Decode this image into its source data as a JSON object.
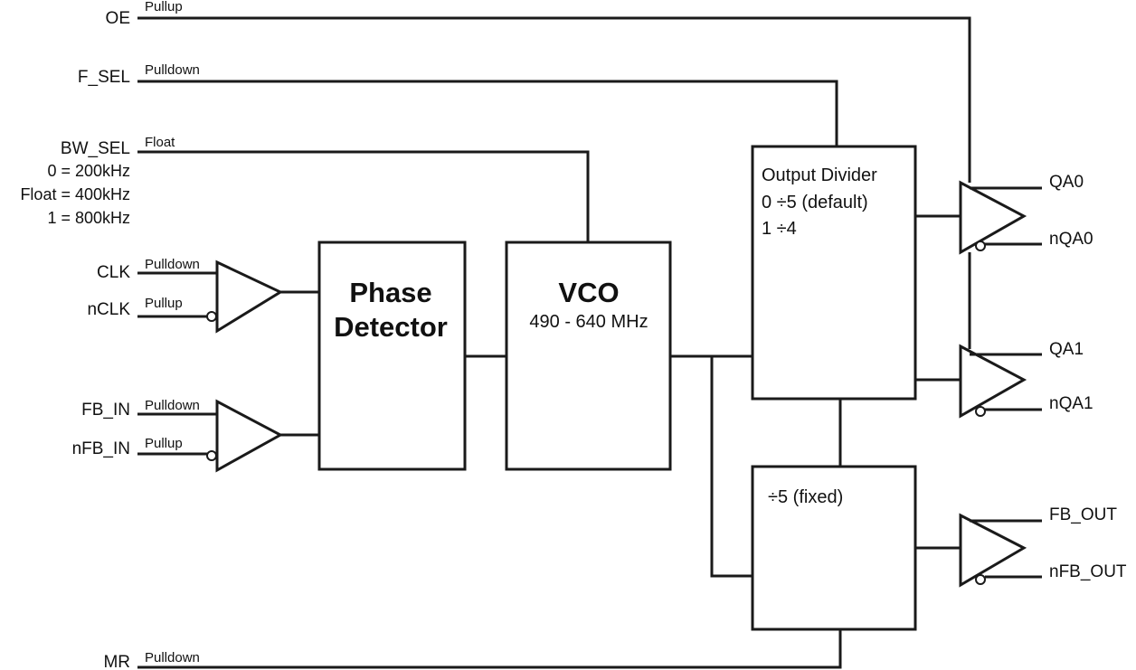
{
  "inputs": {
    "oe": {
      "name": "OE",
      "bias": "Pullup"
    },
    "f_sel": {
      "name": "F_SEL",
      "bias": "Pulldown"
    },
    "bw_sel": {
      "name": "BW_SEL",
      "bias": "Float",
      "options": [
        "0 = 200kHz",
        "Float = 400kHz",
        "1 = 800kHz"
      ]
    },
    "clk": {
      "name": "CLK",
      "bias": "Pulldown"
    },
    "nclk": {
      "name": "nCLK",
      "bias": "Pullup"
    },
    "fb_in": {
      "name": "FB_IN",
      "bias": "Pulldown"
    },
    "nfb_in": {
      "name": "nFB_IN",
      "bias": "Pullup"
    },
    "mr": {
      "name": "MR",
      "bias": "Pulldown"
    }
  },
  "blocks": {
    "phase_detector": {
      "line1": "Phase",
      "line2": "Detector"
    },
    "vco": {
      "title": "VCO",
      "range": "490 - 640 MHz"
    },
    "output_divider": {
      "line1": "Output Divider",
      "line2": "0 ÷5 (default)",
      "line3": "1 ÷4"
    },
    "fixed_divider": {
      "label": "÷5 (fixed)"
    }
  },
  "outputs": {
    "qa0": "QA0",
    "nqa0": "nQA0",
    "qa1": "QA1",
    "nqa1": "nQA1",
    "fb_out": "FB_OUT",
    "nfb_out": "nFB_OUT"
  }
}
